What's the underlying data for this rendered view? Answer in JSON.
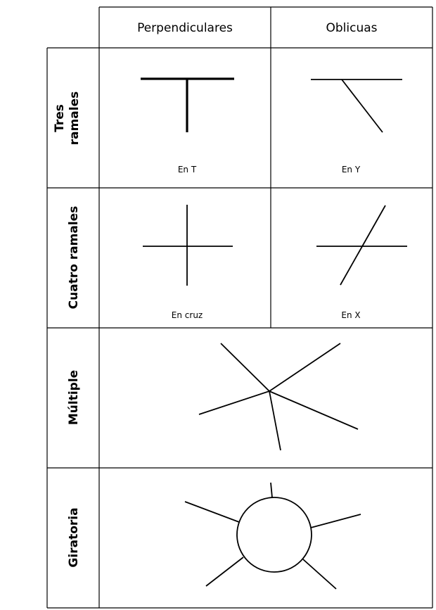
{
  "headers": {
    "perpendicular": "Perpendiculares",
    "oblique": "Oblicuas"
  },
  "rows": {
    "three_branch": {
      "line1": "Tres",
      "line2": "ramales"
    },
    "four_branch": "Cuatro ramales",
    "multiple": "Múltiple",
    "roundabout": "Giratoria"
  },
  "captions": {
    "t_junction": "En T",
    "y_junction": "En Y",
    "cross_junction": "En cruz",
    "x_junction": "En X"
  }
}
